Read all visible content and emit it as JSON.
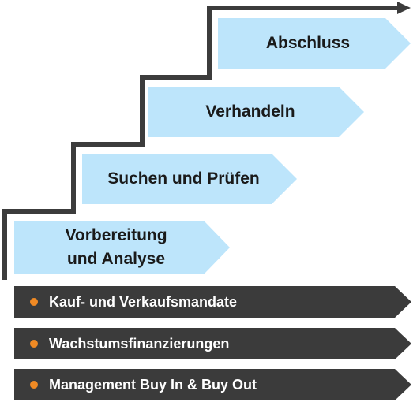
{
  "colors": {
    "stair_line": "#3c3c3c",
    "step_fill": "#bde5fb",
    "bar_fill": "#3b3b3b",
    "bullet": "#f08a24",
    "bar_text": "#ffffff",
    "step_text": "#1a1a1a"
  },
  "steps": [
    {
      "label_line1": "Vorbereitung",
      "label_line2": "und Analyse"
    },
    {
      "label": "Suchen und Prüfen"
    },
    {
      "label": "Verhandeln"
    },
    {
      "label": "Abschluss"
    }
  ],
  "services": [
    {
      "label": "Kauf- und Verkaufsmandate",
      "icon": "bullet-dot-icon"
    },
    {
      "label": "Wachstumsfinanzierungen",
      "icon": "bullet-dot-icon"
    },
    {
      "label": "Management Buy In & Buy Out",
      "icon": "bullet-dot-icon"
    }
  ]
}
